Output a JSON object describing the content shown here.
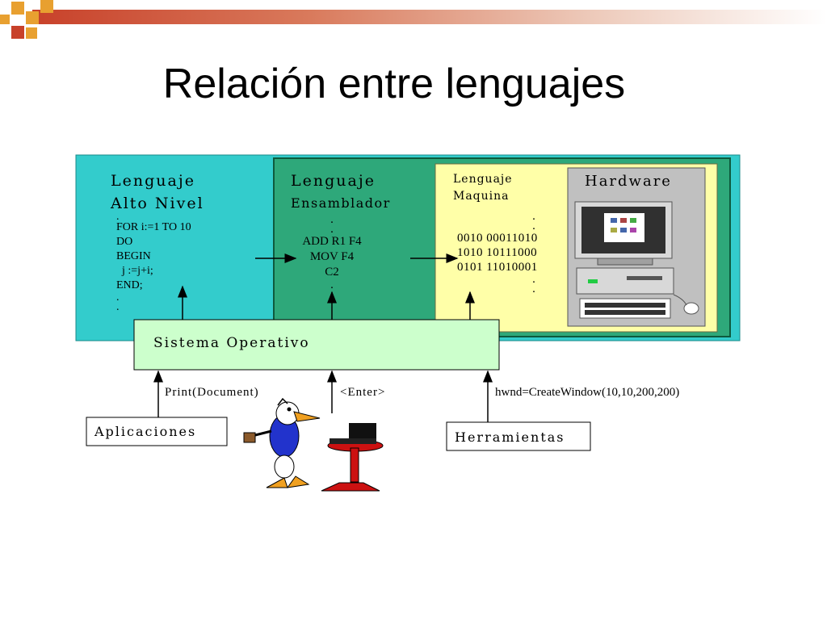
{
  "slide": {
    "title": "Relación entre lenguajes"
  },
  "colors": {
    "high_level_panel": "#33cccc",
    "assembler_panel": "#2ea87a",
    "machine_panel": "#ffffa8",
    "hardware_panel": "#c0c0c0",
    "os_box": "#ccffcc",
    "accent_bar": "#c8412a",
    "logo_orange": "#e8a030"
  },
  "diagram": {
    "high_level": {
      "heading_line1": "Lenguaje",
      "heading_line2": "Alto Nivel",
      "code": [
        ".",
        "FOR i:=1 TO 10",
        "DO",
        "BEGIN",
        "  j :=j+i;",
        "END;",
        ".",
        "."
      ]
    },
    "assembler": {
      "heading_line1": "Lenguaje",
      "heading_line2": "Ensamblador",
      "code": [
        ".",
        ".",
        "ADD R1 F4",
        "MOV F4",
        "C2",
        "."
      ]
    },
    "machine": {
      "heading_line1": "Lenguaje",
      "heading_line2": "Maquina",
      "code_top": [
        ".",
        "."
      ],
      "code": [
        "0010 00011010",
        "1010 10111000",
        "0101 11010001"
      ],
      "code_bottom": [
        ".",
        "."
      ]
    },
    "hardware": {
      "heading": "Hardware",
      "icon": "computer-icon"
    },
    "operating_system": {
      "label": "Sistema Operativo"
    },
    "calls": {
      "applications_call": "Print(Document)",
      "user_call": "<Enter>",
      "tools_call": "hwnd=CreateWindow(10,10,200,200)"
    },
    "applications": {
      "label": "Aplicaciones"
    },
    "tools": {
      "label": "Herramientas"
    },
    "user_illustration": {
      "icon": "duck-user-with-computer-icon"
    }
  }
}
